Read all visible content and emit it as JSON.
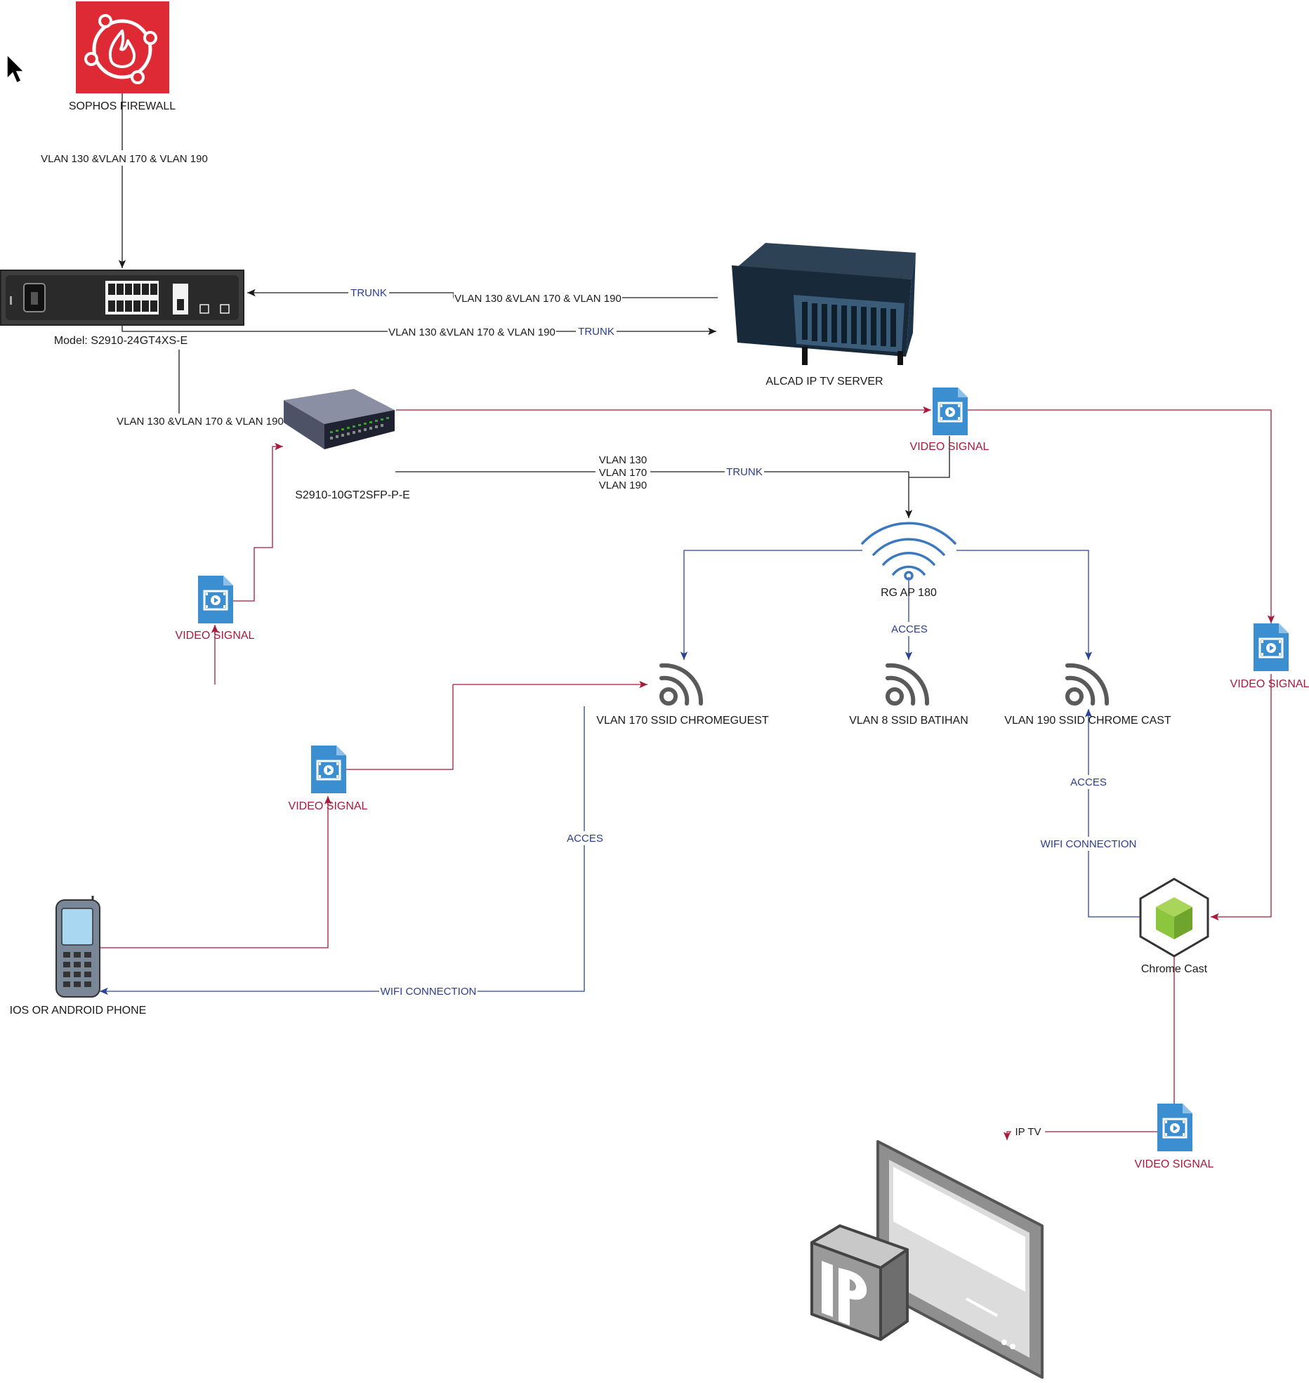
{
  "nodes": {
    "firewall": "SOPHOS FIREWALL",
    "core_switch": "Model: S2910-24GT4XS-E",
    "server": "ALCAD IP TV SERVER",
    "access_switch": "S2910-10GT2SFP-P-E",
    "access_point": "RG AP 180",
    "ssid_guest": "VLAN 170 SSID CHROMEGUEST",
    "ssid_batihan": "VLAN 8 SSID BATIHAN",
    "ssid_chromecast": "VLAN 190 SSID CHROME CAST",
    "phone": "IOS OR ANDROID PHONE",
    "chromecast": "Chrome Cast"
  },
  "video_signal_label": "VIDEO SIGNAL",
  "edges": {
    "fw_to_core": "VLAN 130 &VLAN 170 & VLAN 190",
    "server_to_core": "VLAN 130 &VLAN 170 & VLAN 190",
    "server_to_core_trunk": "TRUNK",
    "core_to_server": "VLAN 130 &VLAN 170 & VLAN 190",
    "core_to_server_trunk": "TRUNK",
    "core_to_access": "VLAN 130 &VLAN 170 & VLAN 190",
    "access_to_ap_lines": [
      "VLAN 130",
      "VLAN 170",
      "VLAN 190"
    ],
    "access_to_ap_trunk": "TRUNK",
    "ap_to_batihan": "ACCES",
    "phone_to_guest_acces": "ACCES",
    "phone_to_guest_wifi": "WIFI CONNECTION",
    "chromecast_acces": "ACCES",
    "chromecast_wifi": "WIFI CONNECTION",
    "iptv": "IP TV"
  },
  "colors": {
    "black_line": "#1a1a1a",
    "video_line": "#a8193b",
    "wifi_line": "#2a4596",
    "firewall_red": "#dd2a35",
    "video_icon_blue": "#3b8fd0",
    "chromecast_green": "#8cc63f"
  },
  "icons": [
    "firewall-icon",
    "core-switch-icon",
    "server-icon",
    "access-switch-icon",
    "access-point-icon",
    "ssid-icon",
    "video-file-icon",
    "phone-icon",
    "chromecast-icon",
    "ip-tv-icon",
    "mouse-pointer-icon"
  ]
}
